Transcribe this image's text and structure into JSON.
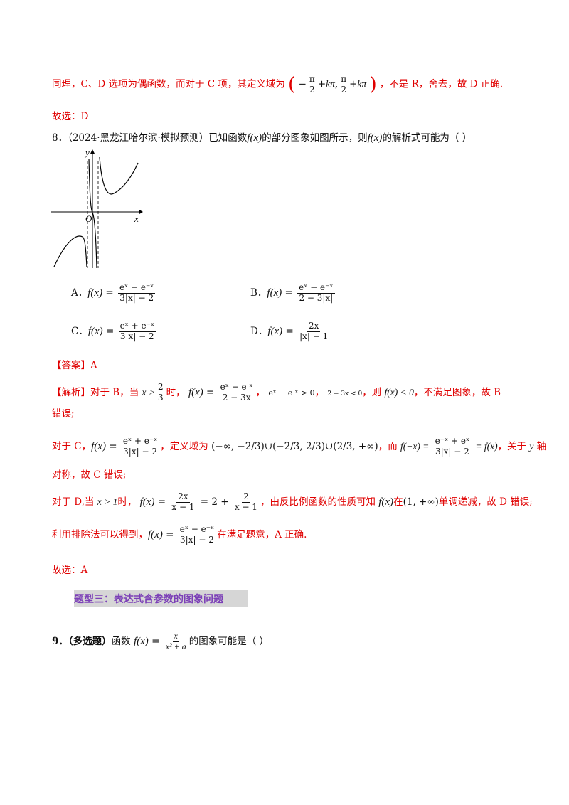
{
  "prev_solution": {
    "line1_a": "同理，C、D 选项为偶函数，而对于 C 项，其定义域为",
    "pi": "π",
    "two": "2",
    "kpi": "kπ",
    "line1_b": "，不是 R，舍去，故 D 正确.",
    "line2": "故选：D"
  },
  "q8": {
    "stem_a": "8．（2024·黑龙江哈尔滨·模拟预测）已知函数",
    "fx": "f(x)",
    "stem_b": "的部分图象如图所示，则",
    "stem_c": "的解析式可能为（    ）",
    "graph": {
      "x_label": "x",
      "y_label": "y",
      "origin_label": "O"
    },
    "options": [
      {
        "label": "A．",
        "num": "eˣ − e⁻ˣ",
        "den": "3|x| − 2"
      },
      {
        "label": "B．",
        "num": "eˣ − e⁻ˣ",
        "den": "2 − 3|x|"
      },
      {
        "label": "C．",
        "num": "eˣ + e⁻ˣ",
        "den": "3|x| − 2"
      },
      {
        "label": "D．",
        "num": "2x",
        "den": "|x| − 1"
      }
    ]
  },
  "answer": {
    "label": "【答案】",
    "value": "A"
  },
  "analysis": {
    "label": "【解析】",
    "b_intro": "对于 B，当",
    "b_cond": "x >",
    "b_time": "时，",
    "b_expr_num": "eˣ − e ˣ",
    "b_expr_den": "2 − 3x",
    "b_ineq1": "eˣ − e ˣ > 0",
    "b_ineq2": "2 − 3x < 0",
    "b_then": "，则",
    "b_neg": "f(x) < 0",
    "b_tail": "，不满足图象，故 B",
    "b_tail2": "错误;",
    "c_intro": "对于 C，",
    "c_num": "eˣ + e⁻ˣ",
    "c_den": "3|x| − 2",
    "c_domain": "，定义域为",
    "c_intervals": [
      "(−∞, −2/3)",
      "(−2/3, 2/3)",
      "(2/3, +∞)"
    ],
    "c_and": "，而",
    "c_fneg": "f(−x) =",
    "c_num2": "e⁻ˣ + eˣ",
    "c_den2": "3|x| − 2",
    "c_eq": "= f(x)",
    "c_about": "，关于",
    "c_axis_var": "y",
    "c_axis": "轴",
    "c_tail": "对称，故 C 错误;",
    "d_intro": "对于 D,当",
    "d_cond": "x > 1",
    "d_time": "时，",
    "d_num": "2x",
    "d_den": "x − 1",
    "d_mid": "= 2 +",
    "d_num2": "2",
    "d_den2": "x − 1",
    "d_text": "，由反比例函数的性质可知",
    "d_interval": "(1, +∞)",
    "d_tail": "单调递减，故 D 错误;",
    "conclusion_a": "利用排除法可以得到，",
    "conclusion_b": "在满足题意，A 正确.",
    "final": "故选：A"
  },
  "section": {
    "title": "题型三：表达式含参数的图象问题"
  },
  "q9": {
    "num": "9．",
    "tag": "（多选题）",
    "text_a": "函数",
    "frac_num": "x",
    "frac_den": "x² + a",
    "text_b": "的图象可能是（    ）"
  }
}
